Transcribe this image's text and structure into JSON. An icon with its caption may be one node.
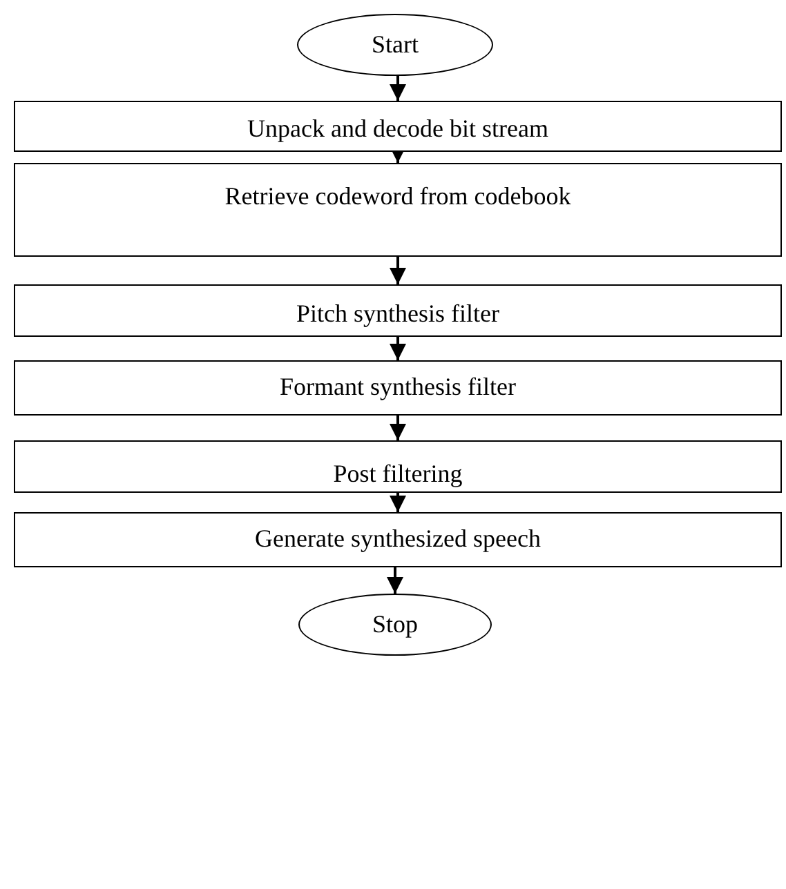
{
  "diagram": {
    "nodes": [
      {
        "text": [
          "Start"
        ]
      },
      {
        "text": [
          "Unpack and decode bit stream"
        ]
      },
      {
        "text": [
          "Retrieve codeword from codebook"
        ]
      },
      {
        "text": [
          "Pitch synthesis filter"
        ]
      },
      {
        "text": [
          "Formant synthesis filter"
        ]
      },
      {
        "text": [
          "Post filtering"
        ]
      },
      {
        "text": [
          "Generate synthesized speech"
        ]
      },
      {
        "text": [
          "Stop"
        ]
      }
    ],
    "edges": [
      {
        "from": 0,
        "to": 1,
        "arrow": "to"
      },
      {
        "from": 1,
        "to": 2,
        "arrow": "to"
      },
      {
        "from": 2,
        "to": 3,
        "arrow": "to"
      },
      {
        "from": 3,
        "to": 4,
        "arrow": "to"
      },
      {
        "from": 4,
        "to": 5,
        "arrow": "to"
      },
      {
        "from": 5,
        "to": 6,
        "arrow": "to"
      },
      {
        "from": 6,
        "to": 7,
        "arrow": "to"
      }
    ]
  }
}
